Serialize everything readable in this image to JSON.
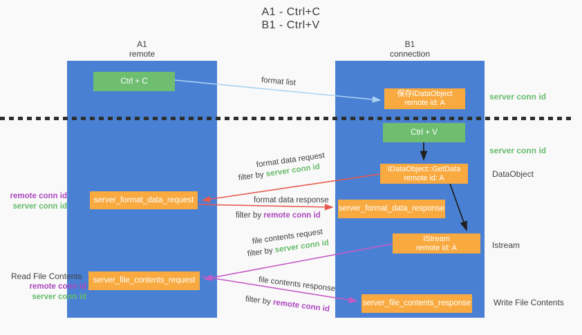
{
  "title": {
    "line1": "A1 - Ctrl+C",
    "line2": "B1 - Ctrl+V"
  },
  "lanes": {
    "left": {
      "line1": "A1",
      "line2": "remote"
    },
    "right": {
      "line1": "B1",
      "line2": "connection"
    }
  },
  "nodes": {
    "ctrl_c": {
      "label": "Ctrl + C"
    },
    "ctrl_v": {
      "label": "Ctrl + V"
    },
    "save_dataobject": {
      "line1": "保存IDataObject",
      "line2": "remote id: A"
    },
    "getdata": {
      "line1": "IDataObject::GetData",
      "line2": "remote id: A"
    },
    "istream": {
      "line1": "IStream",
      "line2": "remote id: A"
    },
    "server_format_data_request": {
      "label": "server_format_data_request"
    },
    "server_format_data_response": {
      "label": "server_format_data_response"
    },
    "server_file_contents_request": {
      "label": "server_file_contents_request"
    },
    "server_file_contents_response": {
      "label": "server_file_contents_response"
    }
  },
  "edge_labels": {
    "format_list": "format list",
    "format_data_request": "format data request",
    "format_data_response": "format data response",
    "file_contents_request": "file contents request",
    "file_contents_response": "file contents response",
    "filter_by": "filter by",
    "server_conn_id": "server conn id",
    "remote_conn_id": "remote conn id"
  },
  "side_labels": {
    "server_conn_id_top": "server conn id",
    "server_conn_id_mid": "server conn id",
    "dataobject": "DataObject",
    "istream": "Istream",
    "read_file_contents": "Read File Contents",
    "write_file_contents": "Write File Contents",
    "remote_conn_id": "remote conn id",
    "server_conn_id": "server conn id"
  },
  "colors": {
    "lane_blue": "#4A80D4",
    "node_green": "#6FBE70",
    "node_orange": "#F8AA40",
    "accent_green": "#66BB6A",
    "accent_purple": "#AB47BC",
    "arrow_red": "#E8594F",
    "arrow_magenta": "#C45BC4",
    "arrow_lightblue": "#A9D2F1",
    "arrow_black": "#1F1F1F"
  }
}
